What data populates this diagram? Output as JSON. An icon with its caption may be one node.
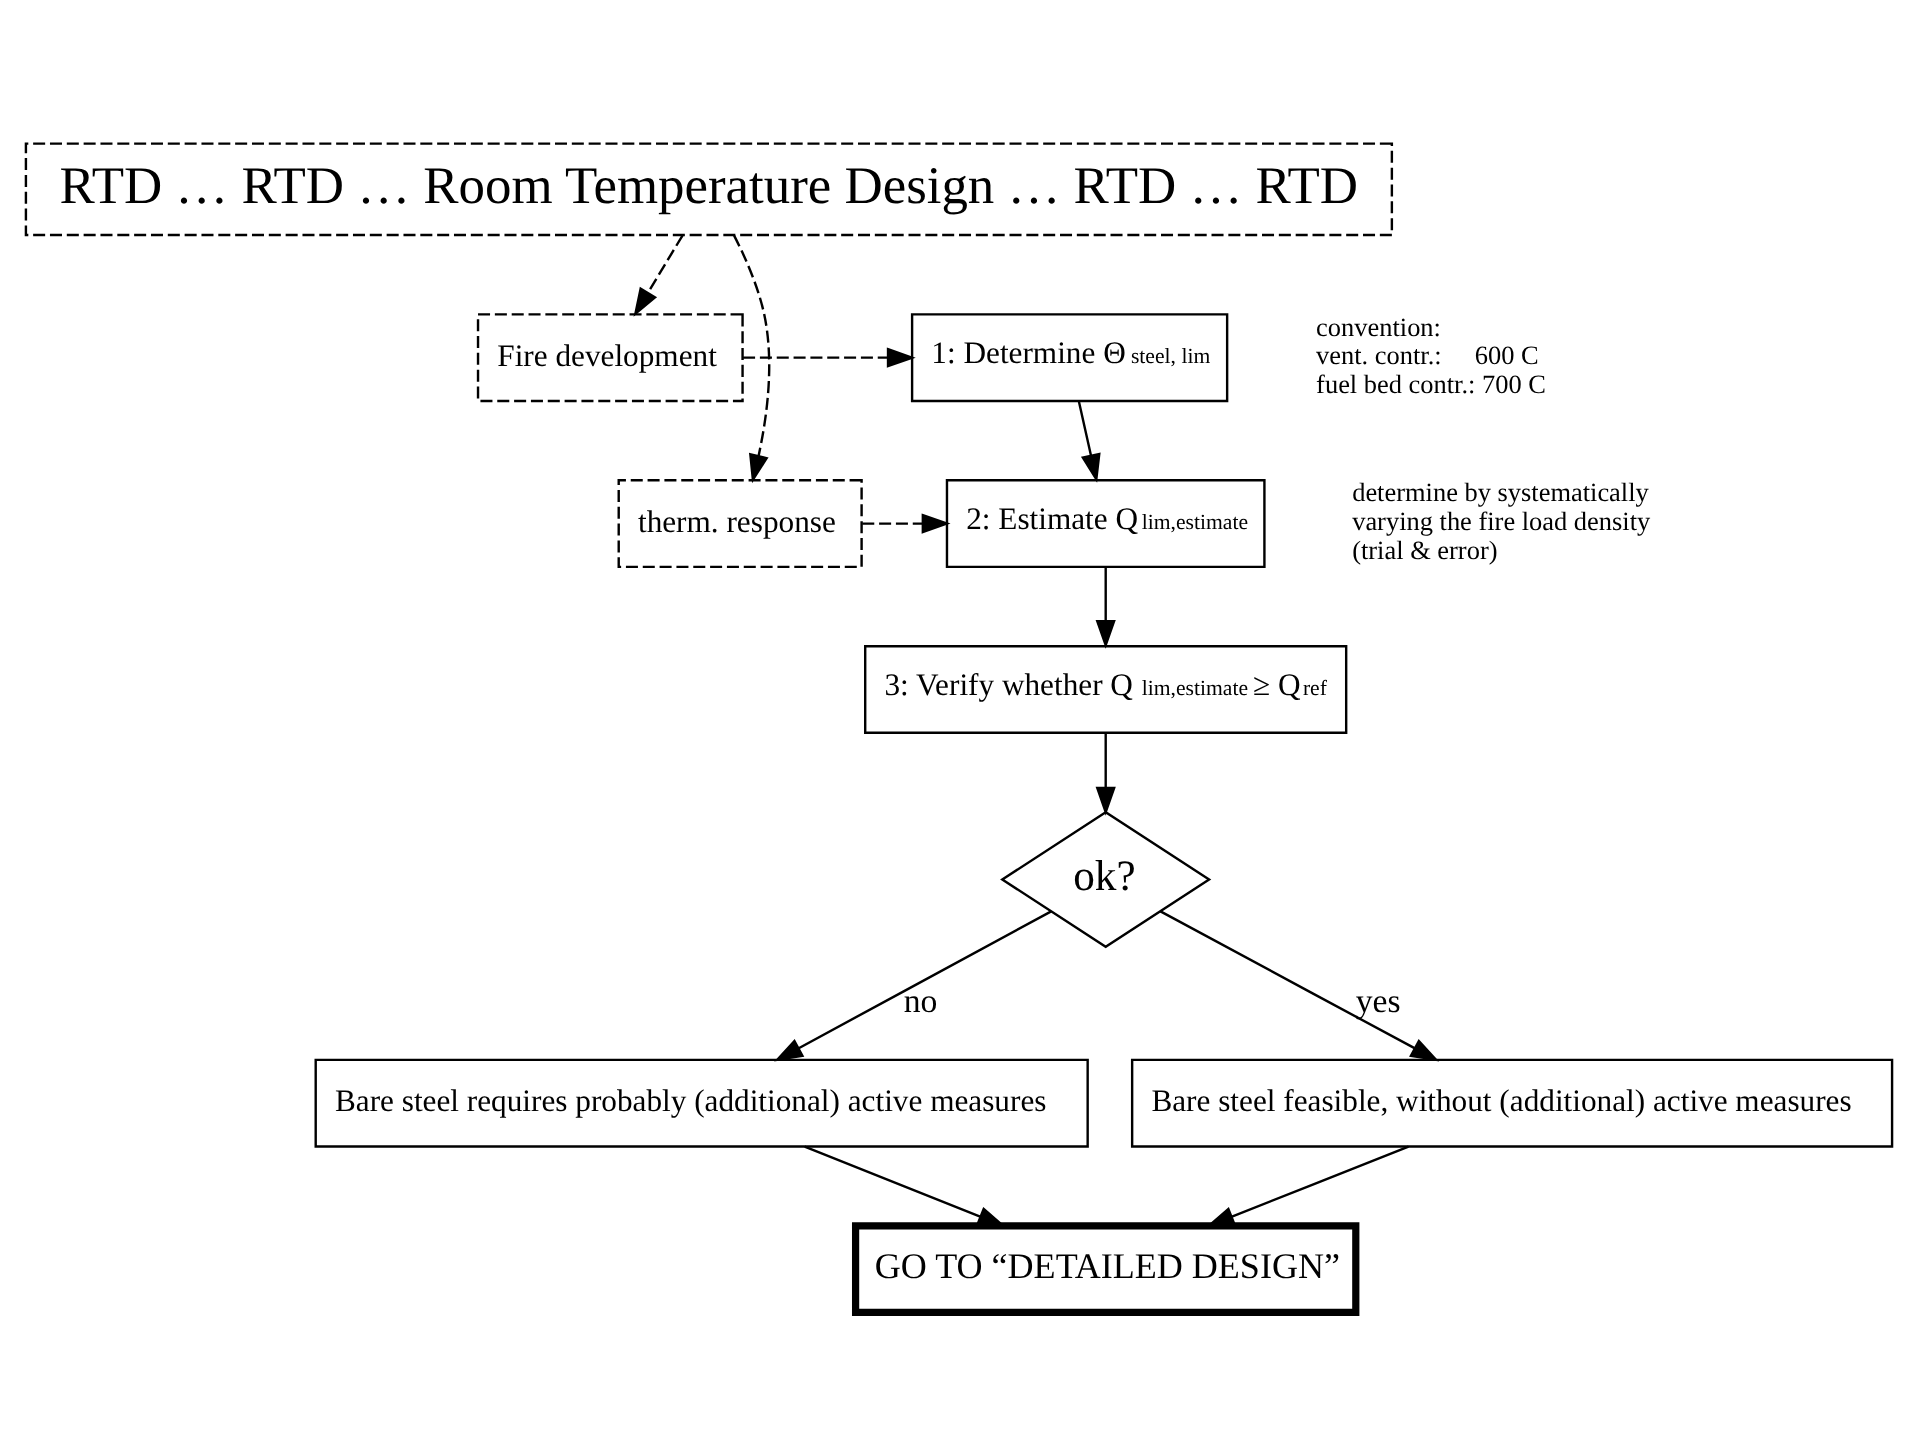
{
  "diagram": {
    "nodes": [
      {
        "text": [
          "RTD … RTD … Room Temperature Design … RTD … RTD"
        ]
      },
      {
        "text": [
          "Fire development"
        ]
      },
      {
        "text": [
          "1: Determine Θ$_{steel, lim}$"
        ],
        "beside": [
          "convention:",
          "vent. contr.:     600 C",
          "fuel bed contr.: 700 C"
        ]
      },
      {
        "text": [
          "therm. response"
        ]
      },
      {
        "text": [
          "2: Estimate Q$_{lim,estimate}$"
        ],
        "beside": [
          "determine by systematically varying the fire load density (trial & error)"
        ]
      },
      {
        "text": [
          "3: Verify whether Q$_{lim,estimate}$ ≥ Q$_{ref}$"
        ]
      },
      {
        "text": [
          "ok?"
        ]
      },
      {
        "text": [
          "Bare steel requires probably (additional) active measures"
        ]
      },
      {
        "text": [
          "Bare steel feasible, without (additional) active measures"
        ]
      },
      {
        "text": [
          "GO TO “DETAILED DESIGN”"
        ]
      }
    ],
    "edges": [
      {
        "from": 0,
        "to": 1,
        "arrow": "to",
        "style": "dashed"
      },
      {
        "from": 0,
        "to": 3,
        "arrow": "to",
        "style": "dashed"
      },
      {
        "from": 1,
        "to": 2,
        "arrow": "to",
        "style": "dashed"
      },
      {
        "from": 3,
        "to": 4,
        "arrow": "to",
        "style": "dashed"
      },
      {
        "from": 2,
        "to": 4,
        "arrow": "to"
      },
      {
        "from": 4,
        "to": 5,
        "arrow": "to"
      },
      {
        "from": 5,
        "to": 6,
        "arrow": "to"
      },
      {
        "from": 6,
        "to": 7,
        "arrow": "to",
        "label": "no"
      },
      {
        "from": 6,
        "to": 8,
        "arrow": "to",
        "label": "yes"
      },
      {
        "from": 7,
        "to": 9,
        "arrow": "to"
      },
      {
        "from": 8,
        "to": 9,
        "arrow": "to"
      }
    ]
  }
}
